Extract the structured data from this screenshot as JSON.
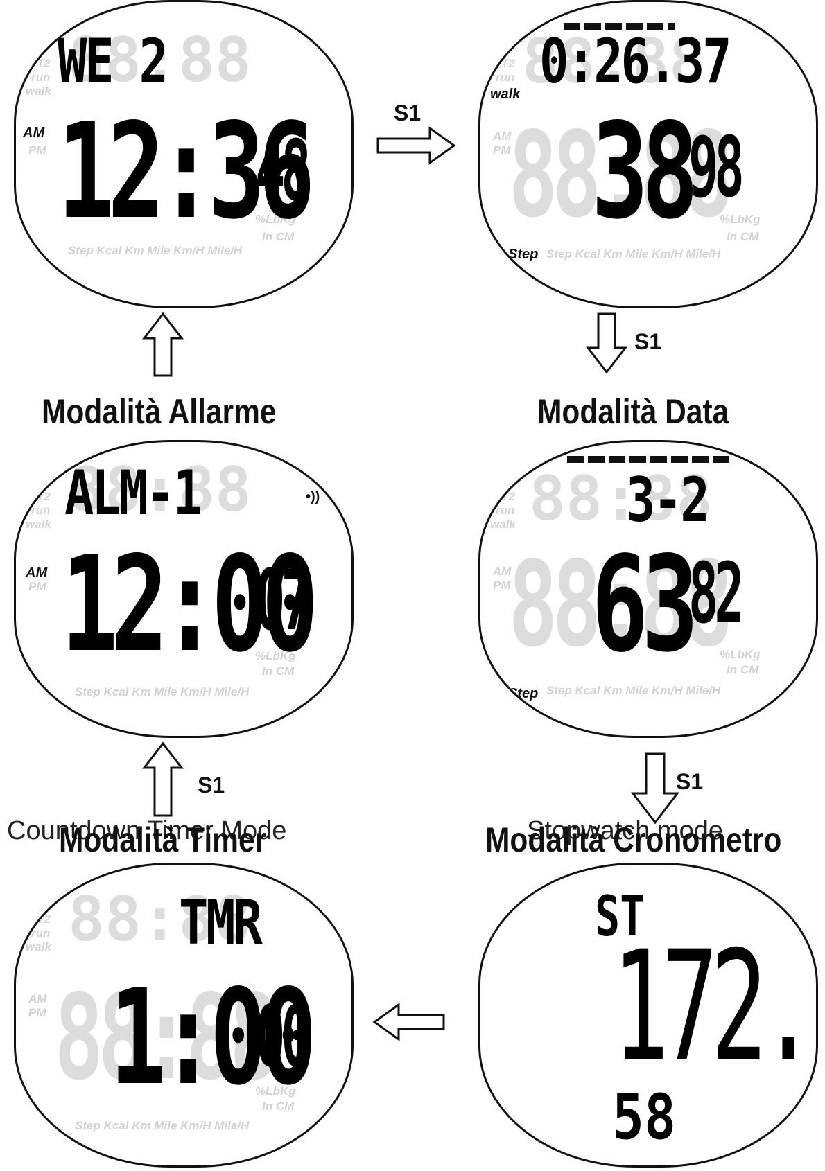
{
  "titles": {
    "alarm": "Modalità Allarme",
    "date": "Modalità Data",
    "timer": "Modalità Timer",
    "timer_overlay": "Countdown Timer Mode",
    "chrono": "Modalità Cronometro",
    "chrono_overlay": "Stopwatch mode"
  },
  "arrow_labels": {
    "right": "S1",
    "down1": "S1",
    "down2": "S1",
    "up2": "S1"
  },
  "screens": {
    "time": {
      "top": "WE  2",
      "main": "12:36",
      "sec": "48",
      "indicator": "AM"
    },
    "walk": {
      "top": "0:26.37",
      "main": "38",
      "sec": "98",
      "indicator_top": "walk",
      "indicator_bottom": "Step"
    },
    "alarm": {
      "top": "ALM-1",
      "sound": "•))",
      "main": "12:00",
      "sec": "07",
      "indicator": "AM"
    },
    "date": {
      "top": "3-2",
      "main": "63",
      "sec": "82",
      "indicator_bottom": "Step"
    },
    "timer": {
      "top": "TMR",
      "main": "1:00",
      "sec": "00"
    },
    "chrono": {
      "top": "ST",
      "main": "172.",
      "sub": "58"
    }
  },
  "ghost": {
    "side_labels": [
      "T2",
      "run",
      "walk"
    ],
    "ampm": [
      "AM",
      "PM"
    ],
    "units_row": "Step Kcal Km Mile Km/H Mile/H",
    "units_side": "%LbKg",
    "units_side2": "In CM",
    "top_digits": "88:88",
    "main_digits": "88:88",
    "sec_digits": "88"
  }
}
